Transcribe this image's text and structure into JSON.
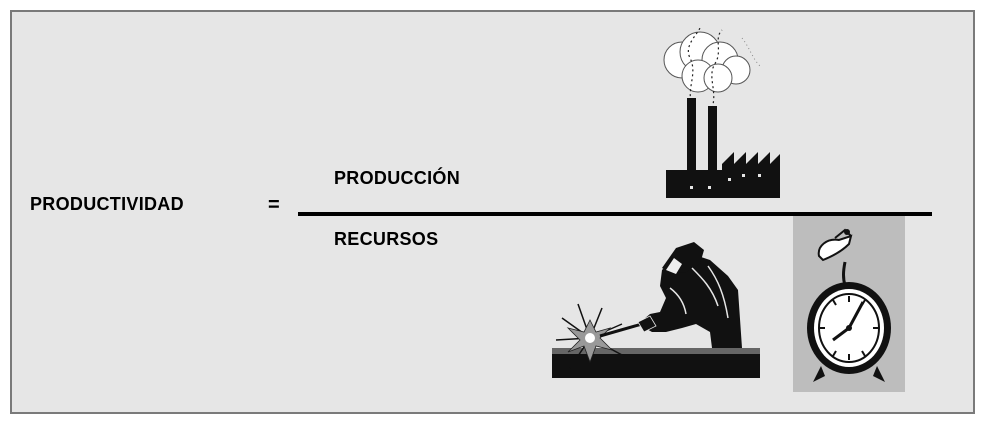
{
  "formula": {
    "lhs": "PRODUCTIVIDAD",
    "equals": "=",
    "numerator": "PRODUCCIÓN",
    "denominator": "RECURSOS"
  },
  "icons": {
    "factory": "factory-icon",
    "welder": "welder-icon",
    "clock": "alarm-clock-icon"
  }
}
